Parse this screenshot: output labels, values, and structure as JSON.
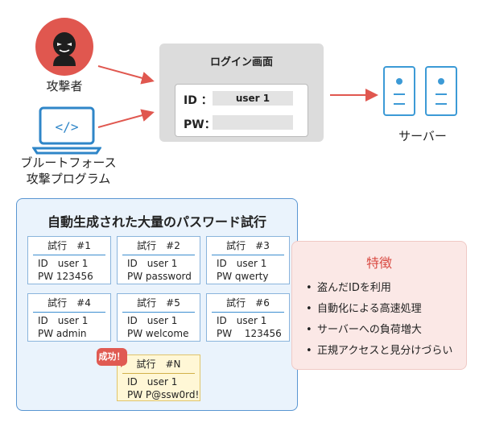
{
  "attacker": {
    "label": "攻撃者",
    "icon": "hacker-icon",
    "color": "#e0574f"
  },
  "bruteforce": {
    "label_line1": "ブルートフォース",
    "label_line2": "攻撃プログラム",
    "icon": "laptop-code-icon",
    "color": "#2f86c8"
  },
  "login": {
    "title": "ログイン画面",
    "id_label": "ID ：",
    "id_value": "user 1",
    "pw_label": "PW：",
    "pw_value": ""
  },
  "server": {
    "label": "サーバー",
    "icon": "server-icon",
    "color": "#3c9ad6"
  },
  "panel": {
    "title": "自動生成された大量のパスワード試行",
    "cards": [
      {
        "header": "試行　#1",
        "id": "ID　user 1",
        "pw": "PW  123456"
      },
      {
        "header": "試行　#2",
        "id": "ID　user 1",
        "pw": "PW  password"
      },
      {
        "header": "試行　#3",
        "id": "ID　user 1",
        "pw": "PW  qwerty"
      },
      {
        "header": "試行　#4",
        "id": "ID　user 1",
        "pw": "PW  admin"
      },
      {
        "header": "試行　#5",
        "id": "ID　user 1",
        "pw": "PW  welcome"
      },
      {
        "header": "試行　#6",
        "id": "ID　user 1",
        "pw": "PW　 123456"
      }
    ],
    "success": {
      "badge": "成功！",
      "header": "試行　#N",
      "id": "ID　user 1",
      "pw": "PW  P@ssw0rd!"
    }
  },
  "features": {
    "title": "特徴",
    "items": [
      "盗んだIDを利用",
      "自動化による高速処理",
      "サーバーへの負荷増大",
      "正規アクセスと見分けづらい"
    ]
  },
  "colors": {
    "arrow": "#e0574f",
    "panel_border": "#5a96d2",
    "feature_bg": "#fbe8e6",
    "success_bg": "#fff7d6"
  }
}
